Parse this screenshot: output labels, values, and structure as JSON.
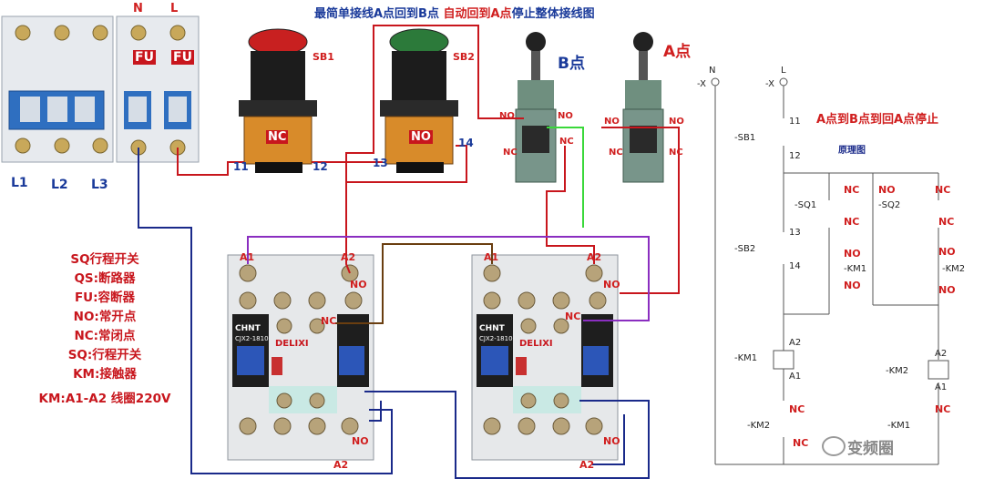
{
  "title": {
    "part1": "最简单接线A点回到B点 ",
    "part2": "自动回到A点",
    "part3": "停止整体接线图"
  },
  "labels": {
    "n": "N",
    "l": "L",
    "fu": "FU",
    "l1": "L1",
    "l2": "L2",
    "l3": "L3",
    "sb1": "SB1",
    "sb2": "SB2",
    "nc": "NC",
    "no": "NO",
    "t11": "11",
    "t12": "12",
    "t13": "13",
    "t14": "14",
    "point_b": "B点",
    "point_a": "A点",
    "a1": "A1",
    "a2": "A2",
    "chnt": "CHNT",
    "model": "CJX2-1810",
    "delixi": "DELIXI"
  },
  "legend": [
    "SQ行程开关",
    "QS:断路器",
    "FU:容断器",
    "NO:常开点",
    "NC:常闭点",
    "SQ:行程开关",
    "KM:接触器",
    "KM:A1-A2 线圈220V"
  ],
  "schematic": {
    "n": "N",
    "l": "L",
    "x": "-X",
    "title": "A点到B点到回A点停止",
    "subtitle": "原理图",
    "t11": "11",
    "t12": "12",
    "t13": "13",
    "t14": "14",
    "sb1": "-SB1",
    "sb2": "-SB2",
    "sq1": "-SQ1",
    "sq2": "-SQ2",
    "km1": "-KM1",
    "km2": "-KM2"
  },
  "watermark": "变频圈",
  "colors": {
    "wire_red": "#c8161d",
    "wire_blue": "#1a2a8a",
    "wire_purple": "#8a2ec0",
    "wire_green": "#3ad83a",
    "wire_brown": "#6a3e10"
  }
}
